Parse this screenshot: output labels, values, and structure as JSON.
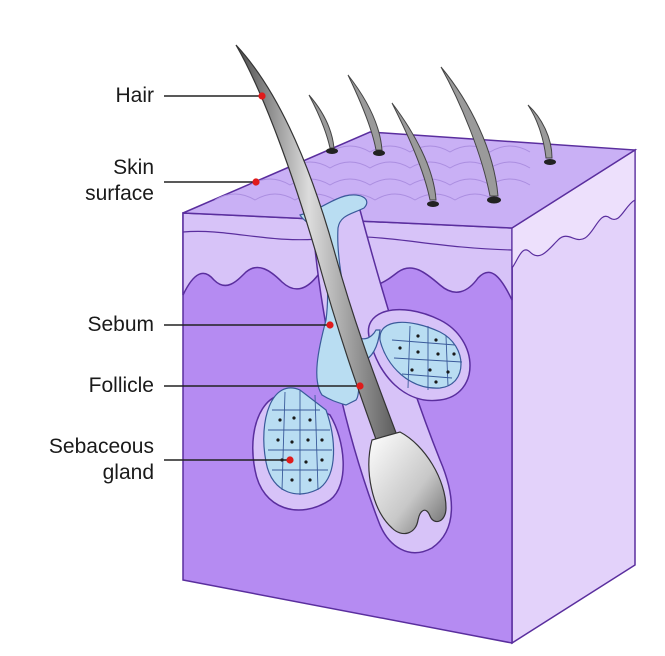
{
  "callouts": {
    "hair": "Hair",
    "skin_surface": [
      "Skin",
      "surface"
    ],
    "sebum": "Sebum",
    "follicle": "Follicle",
    "sebaceous_gland": [
      "Sebaceous",
      "gland"
    ]
  },
  "colors": {
    "dermis_front": "#b58bf2",
    "dermis_side": "#e3d2fa",
    "epidermis": "#d7c3f8",
    "top_surface": "#c9b0f5",
    "edge": "#5a2e9e",
    "sebum": "#b9ddf2",
    "hair": "#8a8a8a",
    "marker": "#e01b1b",
    "leader": "#222222"
  }
}
